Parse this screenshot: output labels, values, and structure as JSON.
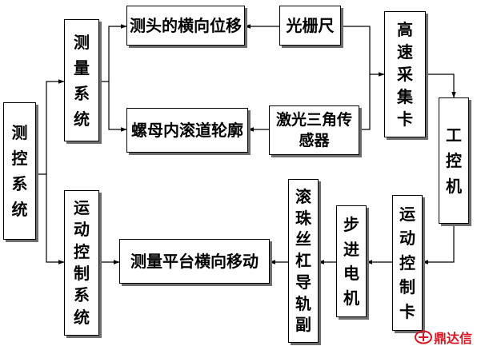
{
  "nodes": {
    "measure_control_system": "测控系统",
    "measurement_system": "测量系统",
    "motion_control_system": "运动控制系统",
    "lateral_displacement": "测头的横向位移",
    "raceway_profile": "螺母内滚道轮廓",
    "grating_ruler": "光栅尺",
    "laser_sensor": "激光三角传感器",
    "daq_card": "高速采集卡",
    "industrial_pc": "工控机",
    "motion_card": "运动控制卡",
    "stepper_motor": "步进电机",
    "ball_screw": "滚珠丝杠导轨副",
    "platform_move": "测量平台横向移动"
  },
  "logo": {
    "text": "鼎达信",
    "icon": "cable-brand-icon",
    "color": "#d9141e"
  }
}
